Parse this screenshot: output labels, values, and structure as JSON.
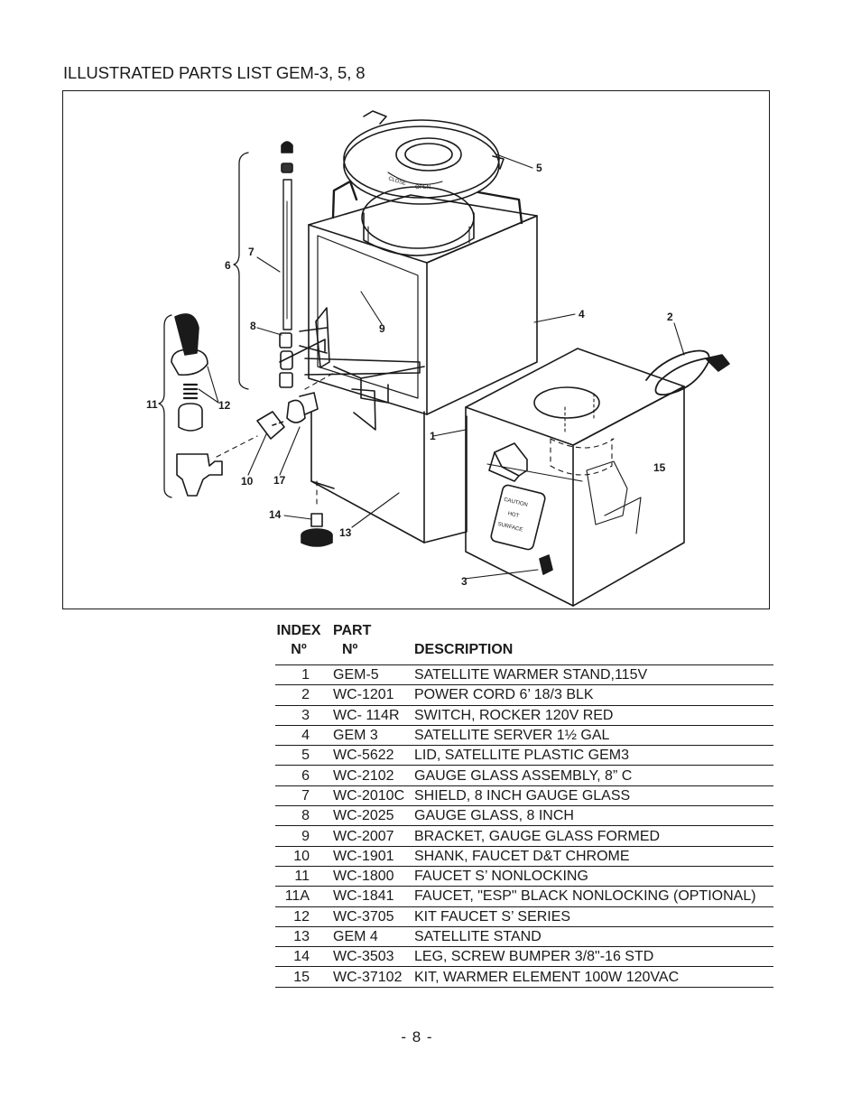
{
  "title": "ILLUSTRATED PARTS LIST GEM-3, 5, 8",
  "table": {
    "header": {
      "index_line1": "INDEX",
      "index_line2": "Nº",
      "part_line1": "PART",
      "part_line2": "Nº",
      "description": "DESCRIPTION"
    },
    "rows": [
      {
        "index": "1",
        "part": "GEM-5",
        "description": "SATELLITE WARMER STAND,115V"
      },
      {
        "index": "2",
        "part": "WC-1201",
        "description": "POWER CORD 6’ 18/3 BLK"
      },
      {
        "index": "3",
        "part": "WC-  114R",
        "description": "SWITCH, ROCKER 120V RED"
      },
      {
        "index": "4",
        "part": "GEM 3",
        "description": "SATELLITE SERVER 1½ GAL"
      },
      {
        "index": "5",
        "part": "WC-5622",
        "description": "LID, SATELLITE PLASTIC GEM3"
      },
      {
        "index": "6",
        "part": "WC-2102",
        "description": "GAUGE GLASS ASSEMBLY, 8” C"
      },
      {
        "index": "7",
        "part": "WC-2010C",
        "description": "SHIELD, 8 INCH GAUGE GLASS"
      },
      {
        "index": "8",
        "part": "WC-2025",
        "description": "GAUGE GLASS, 8 INCH"
      },
      {
        "index": "9",
        "part": "WC-2007",
        "description": "BRACKET, GAUGE GLASS FORMED"
      },
      {
        "index": "10",
        "part": "WC-1901",
        "description": "SHANK, FAUCET D&T CHROME"
      },
      {
        "index": "11",
        "part": "WC-1800",
        "description": "FAUCET S’ NONLOCKING"
      },
      {
        "index": "11A",
        "part": "WC-1841",
        "description": "FAUCET, \"ESP\" BLACK NONLOCKING (OPTIONAL)"
      },
      {
        "index": "12",
        "part": "WC-3705",
        "description": "KIT FAUCET S’ SERIES"
      },
      {
        "index": "13",
        "part": "GEM 4",
        "description": "SATELLITE STAND"
      },
      {
        "index": "14",
        "part": "WC-3503",
        "description": "LEG, SCREW BUMPER 3/8\"-16 STD"
      },
      {
        "index": "15",
        "part": "WC-37102",
        "description": "KIT, WARMER ELEMENT 100W 120VAC"
      }
    ]
  },
  "diagram": {
    "callouts": [
      "1",
      "2",
      "3",
      "4",
      "5",
      "6",
      "7",
      "8",
      "9",
      "10",
      "11",
      "12",
      "13",
      "14",
      "15"
    ],
    "lid_text": [
      "CLOSE",
      "OPEN"
    ],
    "plate_text": [
      "CAUTION",
      "HOT",
      "SURFACE"
    ]
  },
  "page_number": "- 8 -"
}
